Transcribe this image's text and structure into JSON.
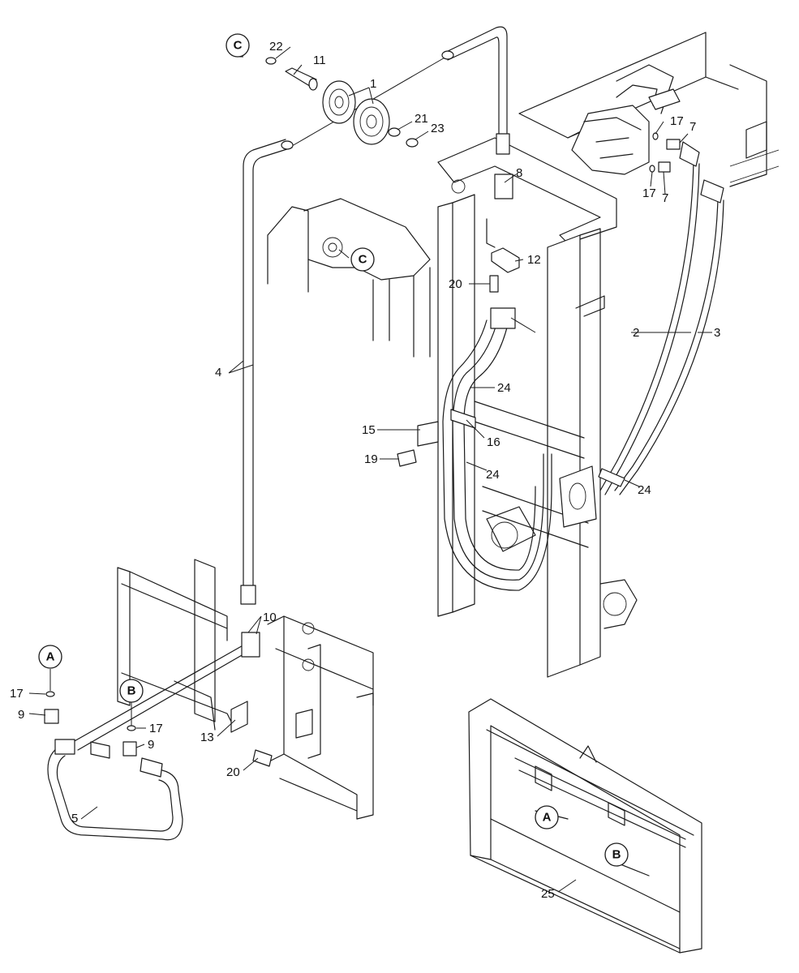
{
  "callouts": {
    "c1": "1",
    "c2": "2",
    "c3": "3",
    "c4": "4",
    "c5": "5",
    "c7a": "7",
    "c7b": "7",
    "c8": "8",
    "c9a": "9",
    "c9b": "9",
    "c10": "10",
    "c11": "11",
    "c12": "12",
    "c13": "13",
    "c15": "15",
    "c16": "16",
    "c17a": "17",
    "c17b": "17",
    "c17c": "17",
    "c17d": "17",
    "c19": "19",
    "c20a": "20",
    "c20b": "20",
    "c21": "21",
    "c22": "22",
    "c23": "23",
    "c24a": "24",
    "c24b": "24",
    "c24c": "24",
    "c25": "25"
  },
  "refs": {
    "a_detail": "A",
    "b_detail": "B",
    "c_detail": "C",
    "a_frame": "A",
    "b_frame": "B",
    "c_mast": "C"
  }
}
